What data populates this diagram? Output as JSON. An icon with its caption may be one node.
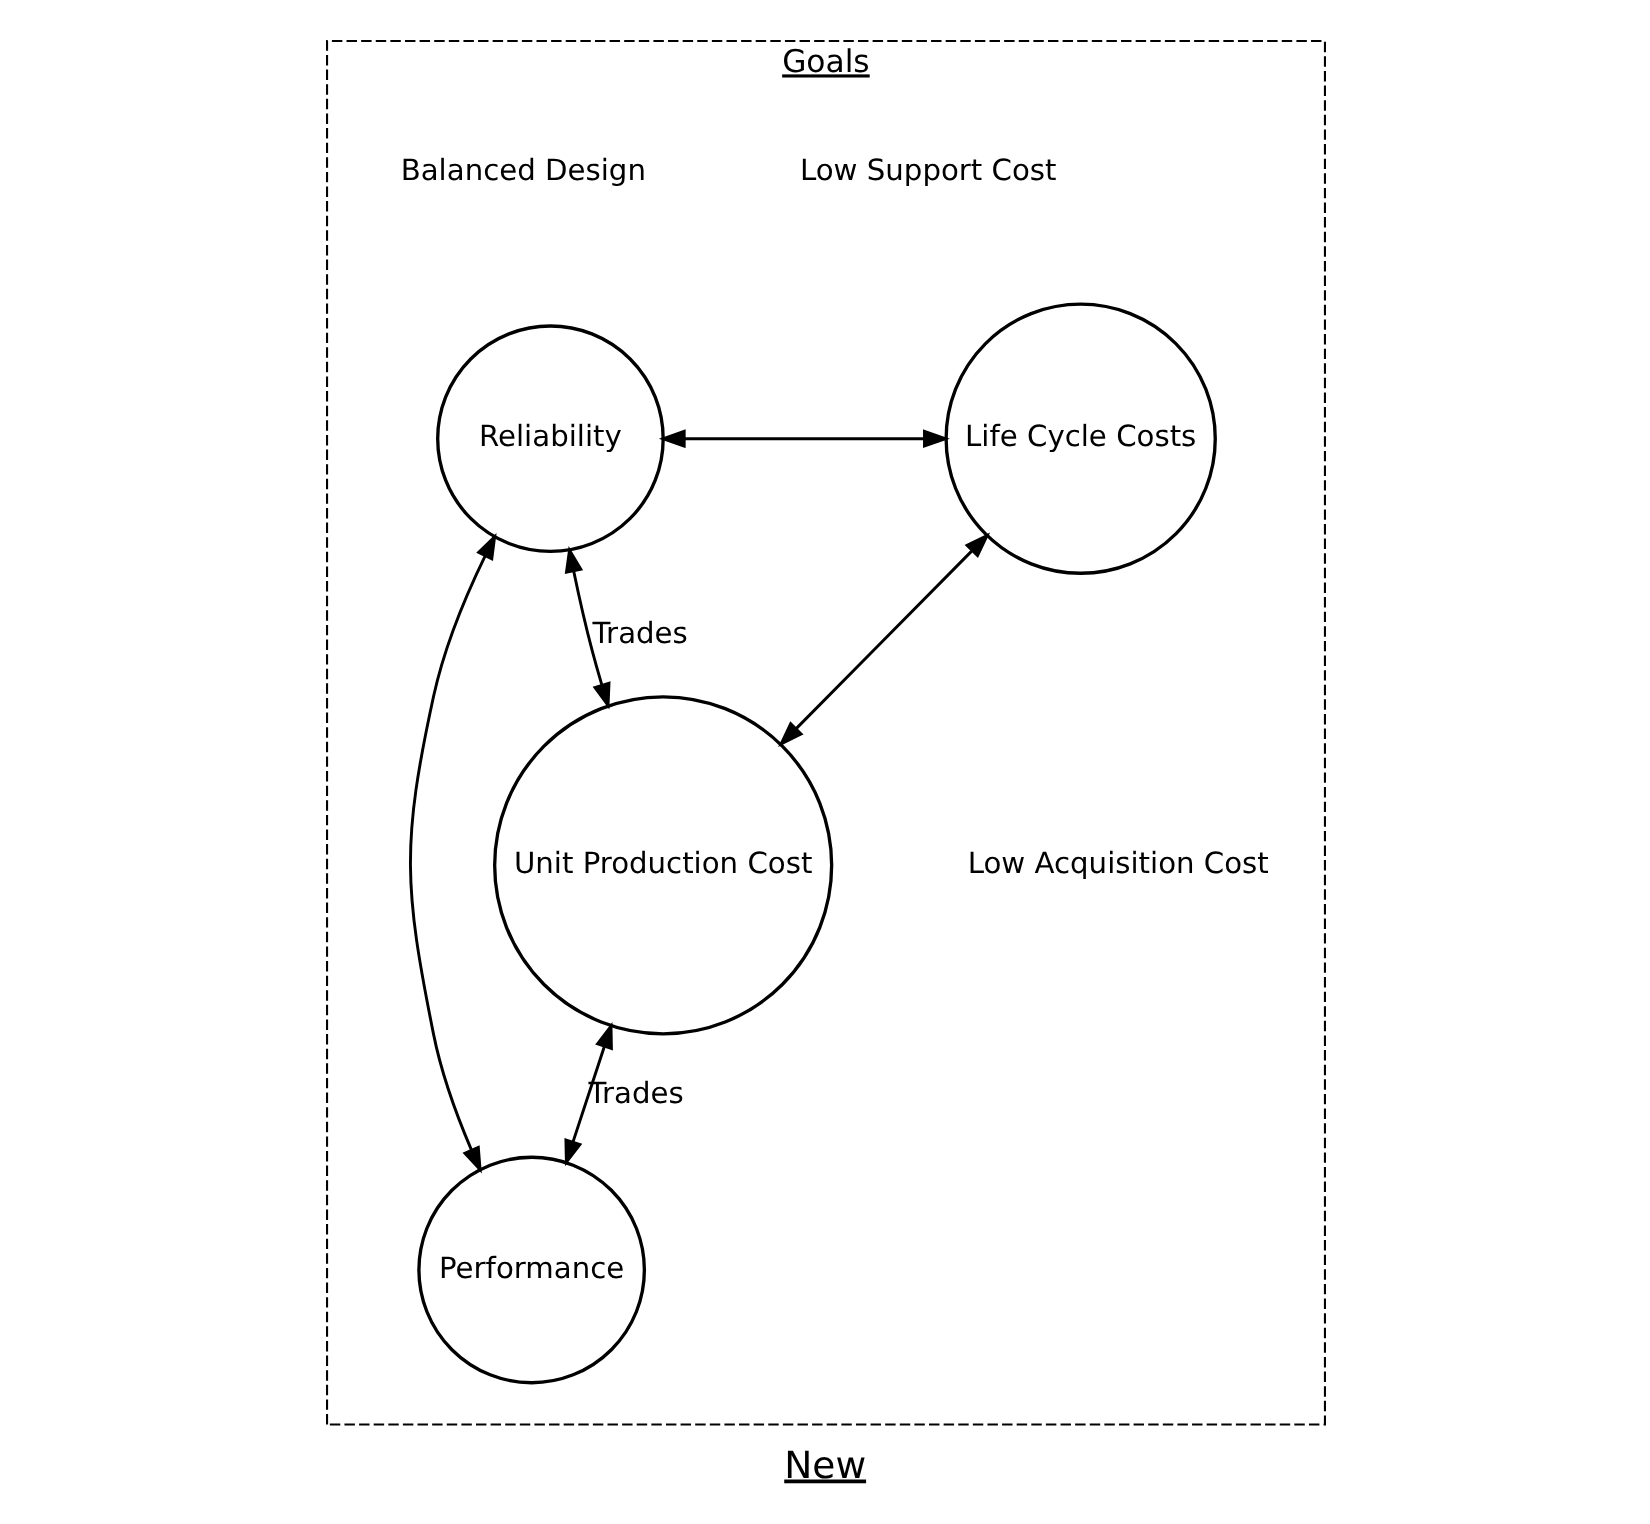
{
  "diagram": {
    "caption": "New",
    "nodes": [
      {
        "text": [
          "Goals"
        ]
      },
      {
        "text": [
          "Life Cycle Costs"
        ],
        "in": 0
      },
      {
        "text": [
          "Reliability"
        ],
        "in": 0
      },
      {
        "text": [
          "Unit Production Cost"
        ],
        "in": 0
      },
      {
        "text": [
          "Performance"
        ],
        "in": 0
      }
    ],
    "edges": [
      {
        "from": 1,
        "to": 2,
        "arrow": "both"
      },
      {
        "from": 1,
        "to": 3,
        "arrow": "both"
      },
      {
        "from": 2,
        "to": 3,
        "arrow": "both",
        "label": "Trades"
      },
      {
        "from": 2,
        "to": 4,
        "arrow": "both"
      },
      {
        "from": 3,
        "to": 4,
        "arrow": "both",
        "label": "Trades"
      }
    ],
    "labels": [
      "Low Support Cost",
      "Balanced Design",
      "Low Acquisition Cost"
    ]
  }
}
